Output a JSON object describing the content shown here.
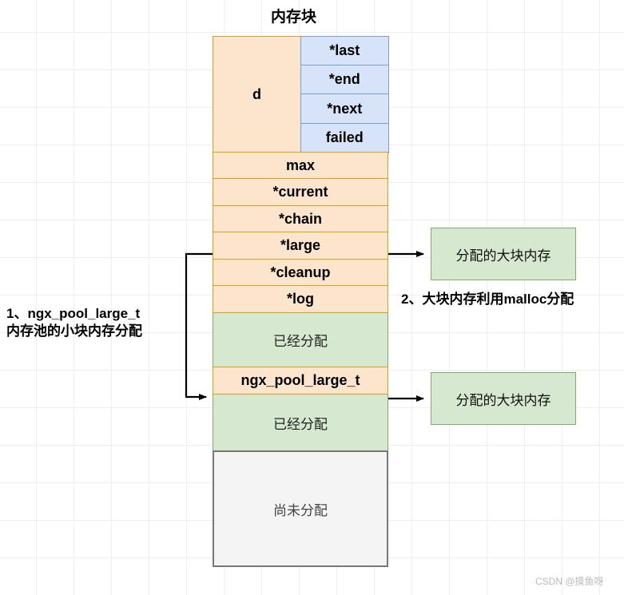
{
  "title": "内存块",
  "watermark": "CSDN @摸鱼呀",
  "colors": {
    "orange_fill": "#fde5cd",
    "orange_border": "#d6a21b",
    "blue_fill": "#d7e3f8",
    "blue_border": "#7b9fd3",
    "green_fill": "#d7e8d0",
    "green_border": "#82ab6b",
    "grey_fill": "#f4f4f4",
    "grey_border": "#777777",
    "arrow": "#000000",
    "grid": "#eceff1"
  },
  "memory_block": {
    "d_section": {
      "label": "d",
      "fields": [
        "*last",
        "*end",
        "*next",
        "failed"
      ]
    },
    "fields": [
      "max",
      "*current",
      "*chain",
      "*large",
      "*cleanup",
      "*log"
    ],
    "allocated_1": "已经分配",
    "large_node": "ngx_pool_large_t",
    "allocated_2": "已经分配",
    "unallocated": "尚未分配"
  },
  "callouts": [
    {
      "text": "分配的大块内存"
    },
    {
      "text": "分配的大块内存"
    }
  ],
  "notes": {
    "left": {
      "line1": "1、ngx_pool_large_t",
      "line2": "内存池的小块内存分配"
    },
    "right": {
      "line1": "2、大块内存利用malloc分配"
    }
  }
}
